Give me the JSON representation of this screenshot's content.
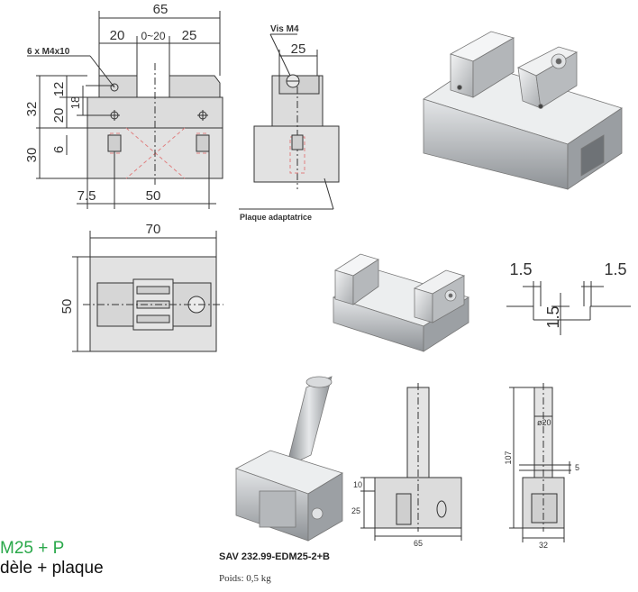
{
  "front_view": {
    "total_width": "65",
    "seg_left": "20",
    "seg_mid": "0~20",
    "seg_right": "25",
    "thread_note": "6 x M4x10",
    "h_total_top": "32",
    "h_12": "12",
    "h_18": "18",
    "h_20": "20",
    "h_30": "30",
    "h_6": "6",
    "b_7_5": "7.5",
    "b_50": "50"
  },
  "side_view": {
    "screw_label": "Vis M4",
    "width_25": "25",
    "plate_label": "Plaque adaptatrice"
  },
  "top_view": {
    "width_70": "70",
    "height_50": "50"
  },
  "detail": {
    "left": "1.5",
    "right": "1.5",
    "depth": "1.5"
  },
  "holder": {
    "h10": "10",
    "h25": "25",
    "w65": "65",
    "dia": "ø20",
    "h107": "107",
    "d5": "5",
    "w32": "32"
  },
  "product": {
    "reference": "SAV 232.99-EDM25-2+B",
    "weight": "Poids: 0,5 kg",
    "caption_line1": "M25 + P",
    "caption_line2": "dèle + plaque"
  },
  "colors": {
    "line": "#333333",
    "hidden": "#e08080",
    "metal": "#c9cbcd",
    "green": "#2aa84a"
  }
}
